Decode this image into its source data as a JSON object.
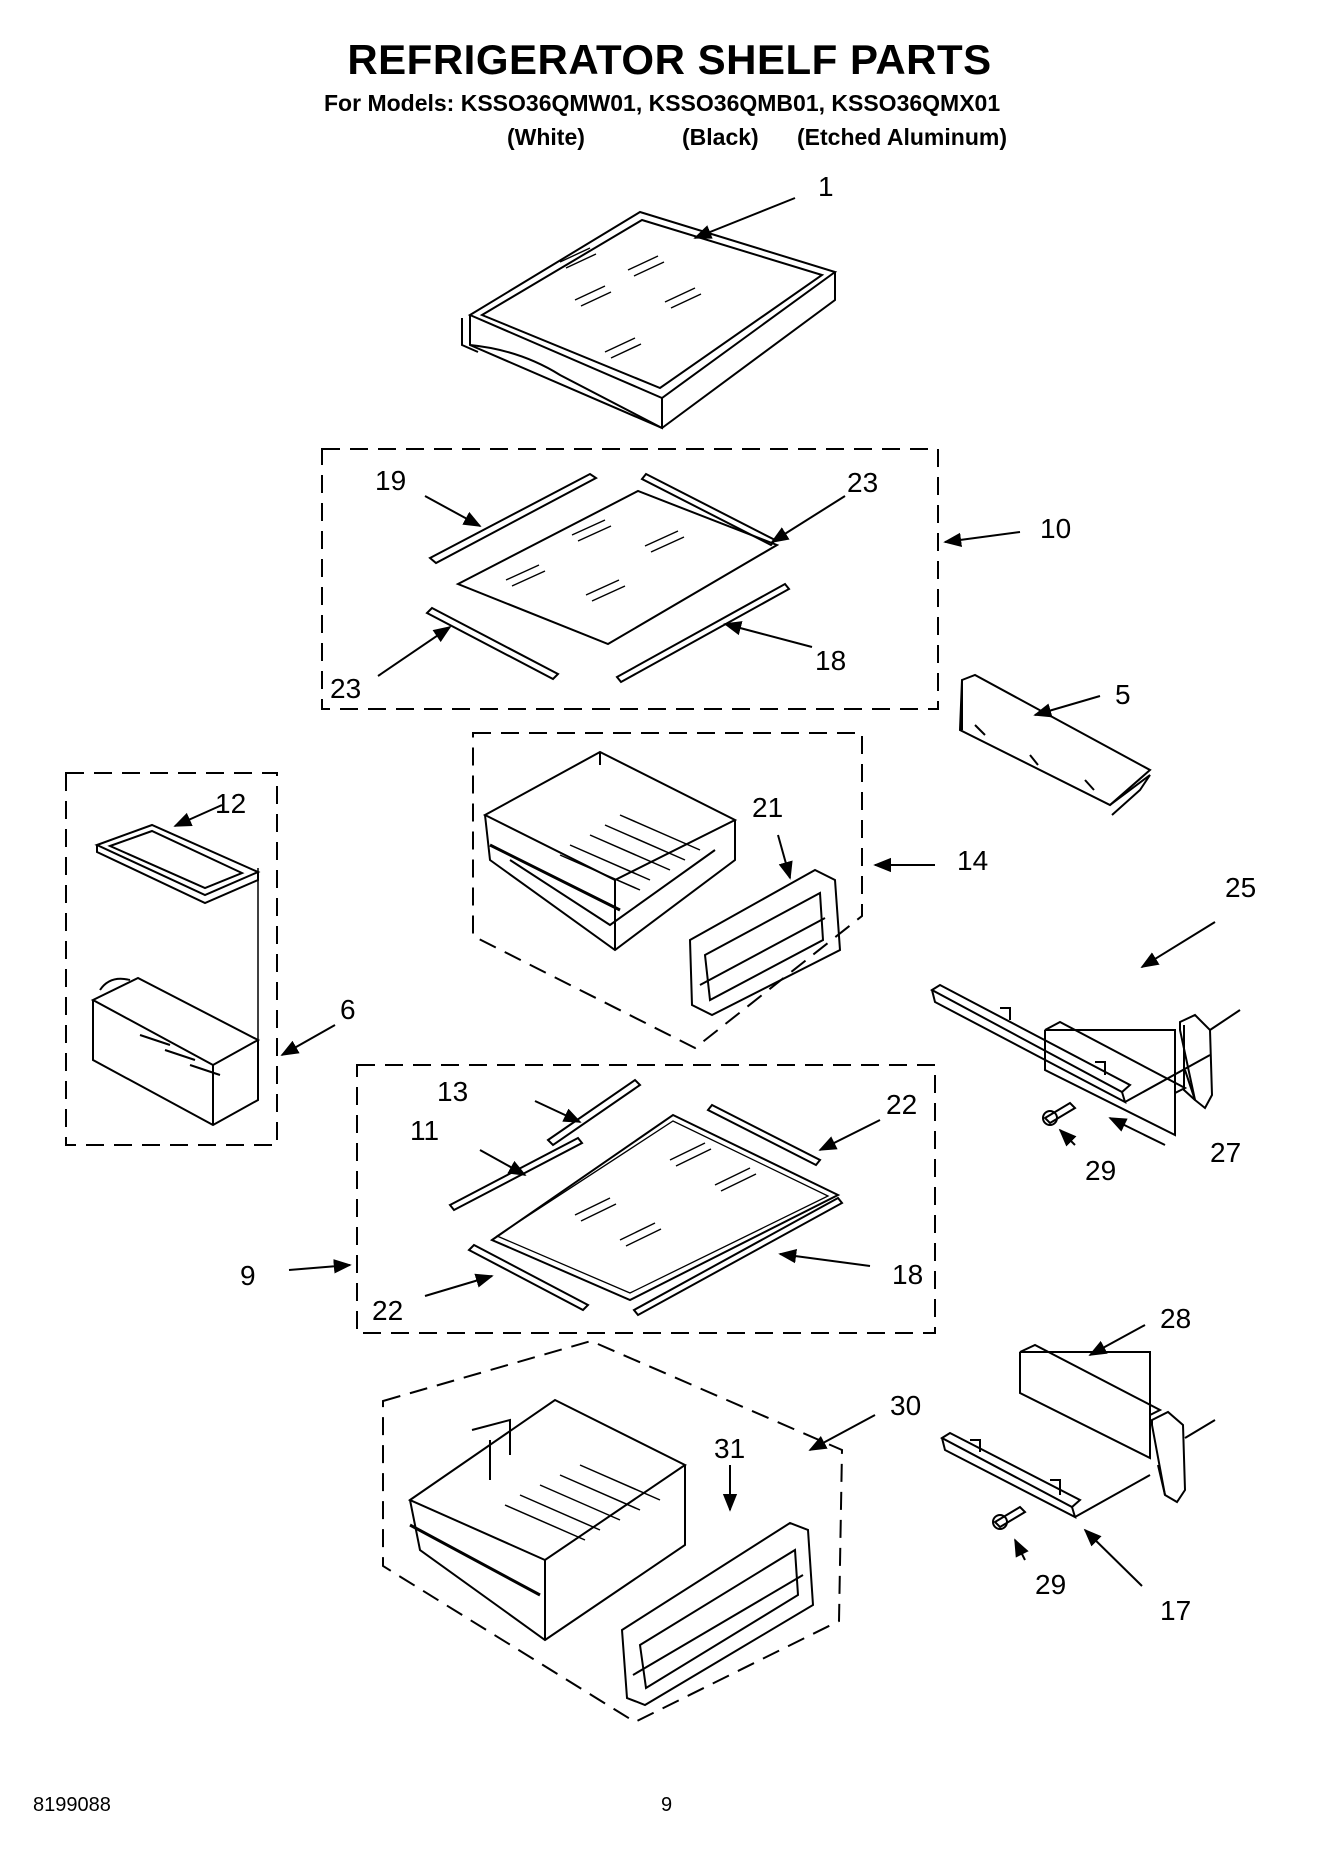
{
  "header": {
    "title": "REFRIGERATOR SHELF PARTS",
    "models_line": "For Models: KSSO36QMW01, KSSO36QMB01, KSSO36QMX01",
    "finish_white": "(White)",
    "finish_black": "(Black)",
    "finish_aluminum": "(Etched Aluminum)"
  },
  "callouts": {
    "c1": "1",
    "c5": "5",
    "c6": "6",
    "c9": "9",
    "c10": "10",
    "c11": "11",
    "c12": "12",
    "c13": "13",
    "c14": "14",
    "c17": "17",
    "c18a": "18",
    "c18b": "18",
    "c19": "19",
    "c21": "21",
    "c22a": "22",
    "c22b": "22",
    "c23a": "23",
    "c23b": "23",
    "c25": "25",
    "c27": "27",
    "c28": "28",
    "c29a": "29",
    "c29b": "29",
    "c30": "30",
    "c31": "31"
  },
  "footer": {
    "doc_number": "8199088",
    "page_number": "9"
  }
}
